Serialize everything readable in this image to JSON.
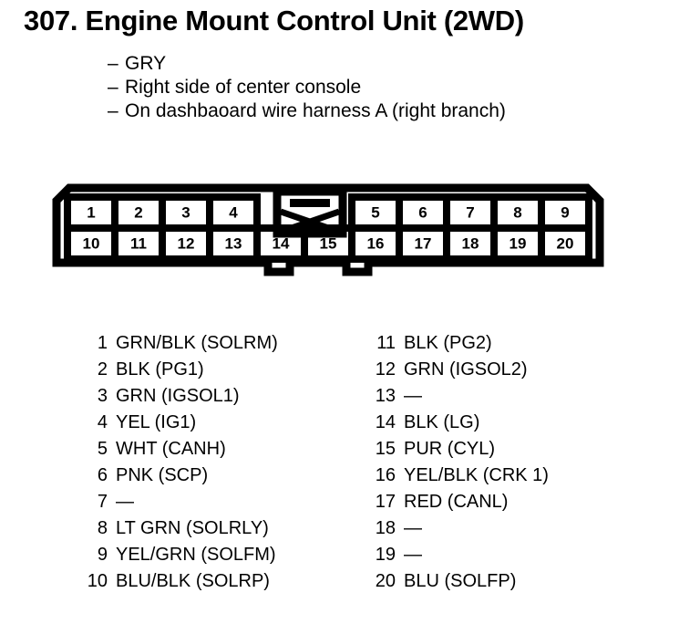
{
  "title": "307. Engine Mount Control Unit (2WD)",
  "description": [
    {
      "dash": "–",
      "text": "GRY"
    },
    {
      "dash": "–",
      "text": "Right side of center console"
    },
    {
      "dash": "–",
      "text": "On dashbaoard wire harness A (right branch)"
    }
  ],
  "connector": {
    "name": "20-pin connector",
    "top_row_pins": [
      "1",
      "2",
      "3",
      "4",
      "5",
      "6",
      "7",
      "8",
      "9"
    ],
    "bottom_row_pins": [
      "10",
      "11",
      "12",
      "13",
      "14",
      "15",
      "16",
      "17",
      "18",
      "19",
      "20"
    ],
    "latch": "locking-tab",
    "outline_color": "#000000",
    "fill_color": "#ffffff"
  },
  "pin_legend": {
    "left": [
      {
        "num": "1",
        "label": "GRN/BLK (SOLRM)"
      },
      {
        "num": "2",
        "label": "BLK (PG1)"
      },
      {
        "num": "3",
        "label": "GRN (IGSOL1)"
      },
      {
        "num": "4",
        "label": "YEL (IG1)"
      },
      {
        "num": "5",
        "label": "WHT (CANH)"
      },
      {
        "num": "6",
        "label": "PNK (SCP)"
      },
      {
        "num": "7",
        "label": "—"
      },
      {
        "num": "8",
        "label": "LT GRN (SOLRLY)"
      },
      {
        "num": "9",
        "label": "YEL/GRN (SOLFM)"
      },
      {
        "num": "10",
        "label": "BLU/BLK (SOLRP)"
      }
    ],
    "right": [
      {
        "num": "11",
        "label": "BLK (PG2)"
      },
      {
        "num": "12",
        "label": "GRN (IGSOL2)"
      },
      {
        "num": "13",
        "label": "—"
      },
      {
        "num": "14",
        "label": "BLK (LG)"
      },
      {
        "num": "15",
        "label": "PUR (CYL)"
      },
      {
        "num": "16",
        "label": "YEL/BLK (CRK 1)"
      },
      {
        "num": "17",
        "label": "RED (CANL)"
      },
      {
        "num": "18",
        "label": "—"
      },
      {
        "num": "19",
        "label": "—"
      },
      {
        "num": "20",
        "label": "BLU (SOLFP)"
      }
    ]
  }
}
